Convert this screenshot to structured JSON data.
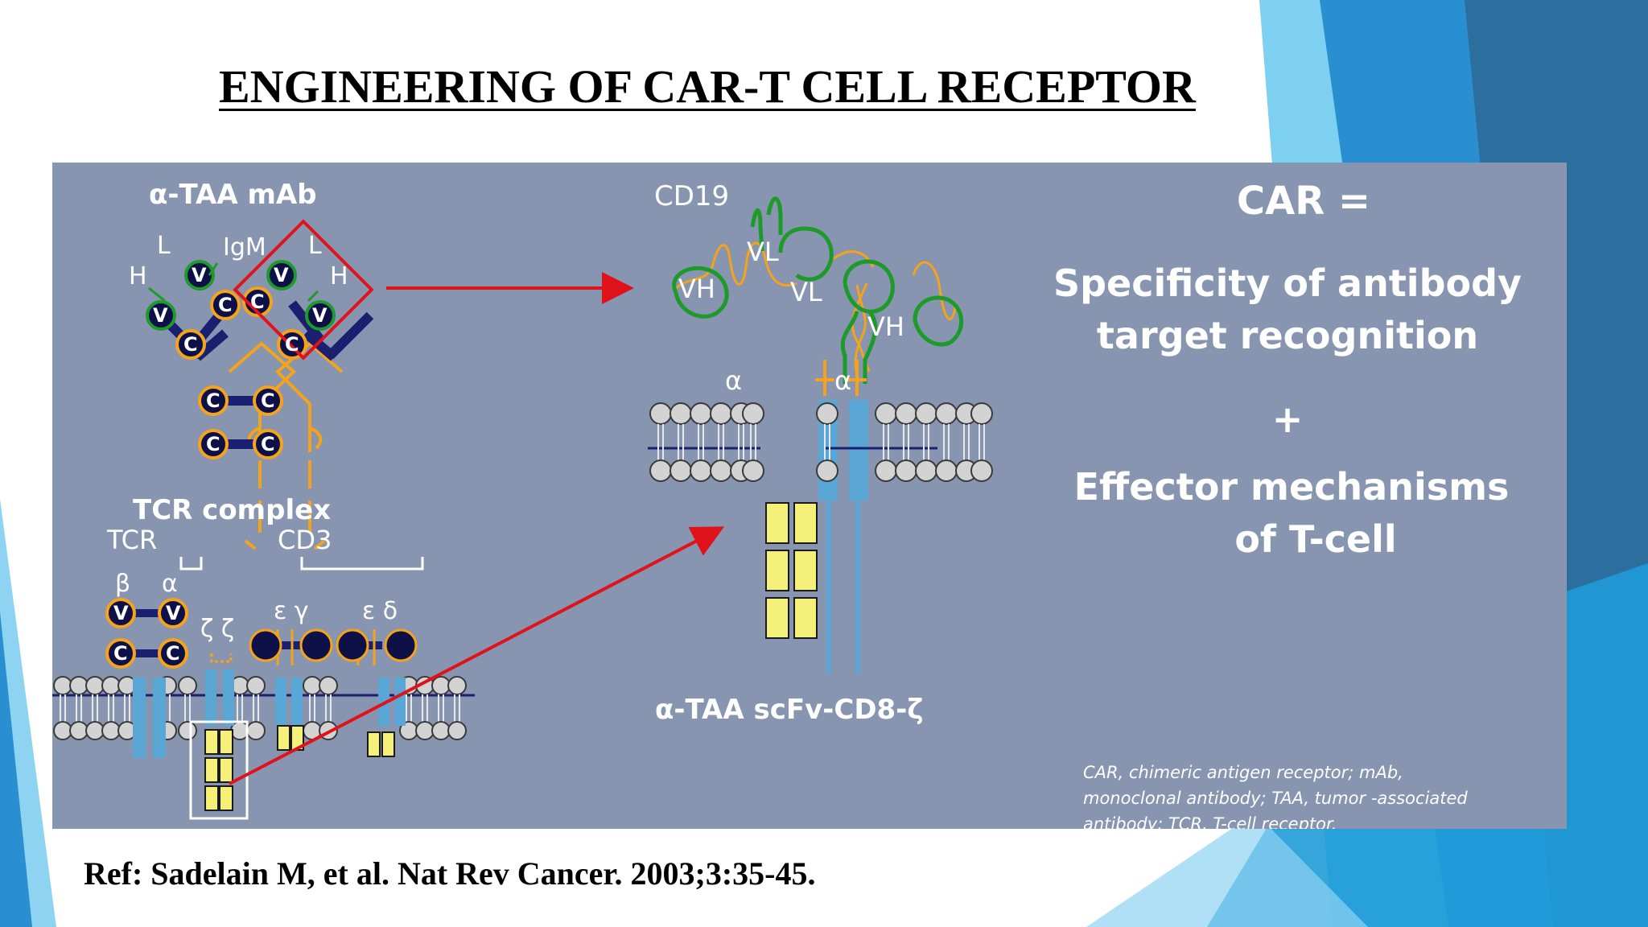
{
  "slide": {
    "title": "ENGINEERING OF CAR-T CELL RECEPTOR",
    "reference": "Ref: Sadelain M, et al. Nat Rev Cancer. 2003;3:35-45."
  },
  "figure": {
    "antibody": {
      "title": "α-TAA mAb",
      "igm_label": "IgM",
      "heavy_label": "H",
      "light_label": "L",
      "variable_domain": "V",
      "constant_domain": "C"
    },
    "car": {
      "target_label": "CD19",
      "vh_label": "VH",
      "vl_label": "VL",
      "alpha_label": "α",
      "construct_label": "α-TAA scFv-CD8-ζ"
    },
    "tcr_complex": {
      "title": "TCR complex",
      "tcr_label": "TCR",
      "cd3_label": "CD3",
      "beta": "β",
      "alpha": "α",
      "zeta_pair": "ζ ζ",
      "eps_gamma": "ε γ",
      "eps_delta": "ε δ"
    },
    "definition": {
      "heading": "CAR =",
      "line1": "Specificity of antibody",
      "line2": "target recognition",
      "plus": "+",
      "line3": "Effector mechanisms",
      "line4": "of T-cell"
    },
    "footnote": {
      "line1": "CAR, chimeric antigen receptor;   mAb,",
      "line2": "monoclonal antibody; TAA, tumor  -associated",
      "line3": "antibody; TCR, T-cell receptor."
    }
  },
  "colors": {
    "figure_bg": "#8795b0",
    "domain_fill": "#0e1048",
    "orange_outline": "#f5a31a",
    "green_outline": "#1d9a2a",
    "arrow_red": "#e0121a",
    "itam_yellow": "#f5f07a",
    "membrane_blue": "#5aa6d4",
    "bilayer_gray": "#d3d3d3",
    "slide_accent_blue": "#2a8fd0"
  },
  "icons": [
    "right-arrow-icon",
    "diagonal-arrow-icon",
    "highlight-box-icon"
  ]
}
